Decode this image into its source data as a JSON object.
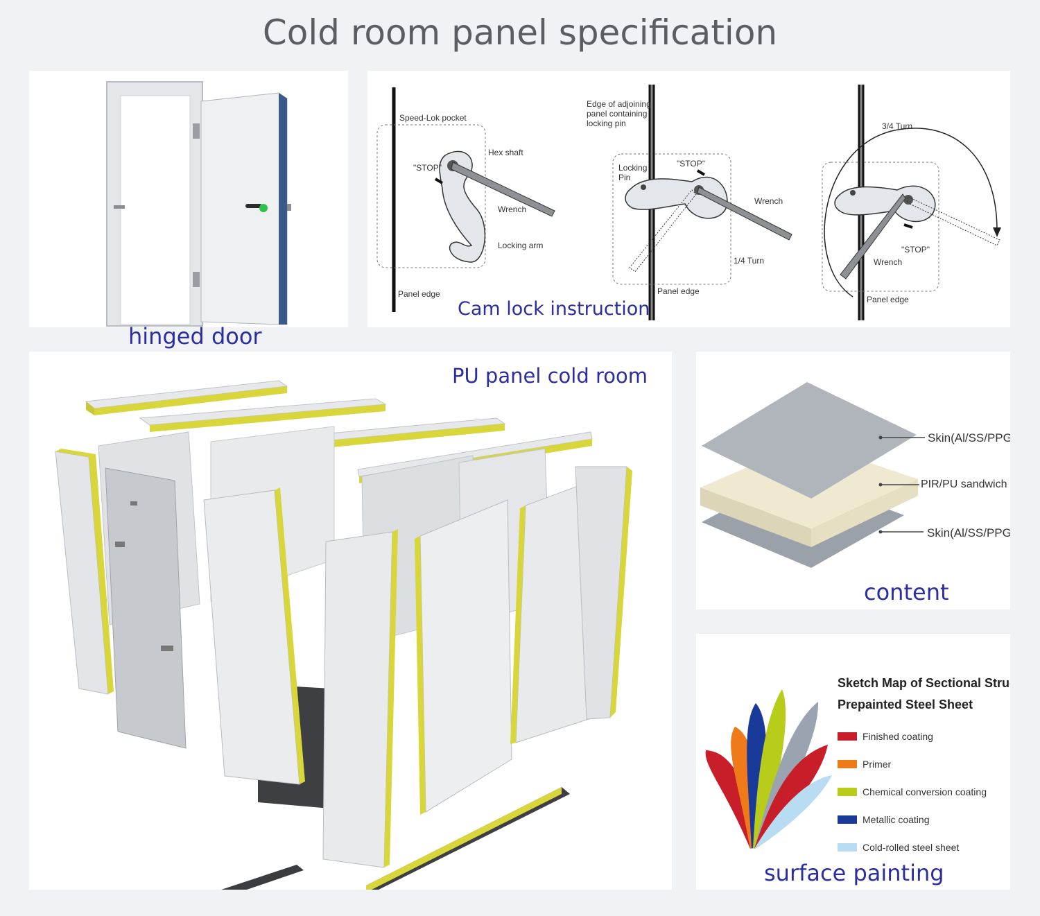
{
  "title": "Cold room panel specification",
  "door": {
    "caption": "hinged door"
  },
  "camlock": {
    "caption": "Cam lock instruction",
    "step1": {
      "pocket": "Speed-Lok pocket",
      "stop": "\"STOP\"",
      "hex": "Hex shaft",
      "wrench": "Wrench",
      "arm": "Locking arm",
      "edge": "Panel edge"
    },
    "step2": {
      "adjoin1": "Edge of adjoining",
      "adjoin2": "panel containing",
      "adjoin3": "locking pin",
      "pin1": "Locking",
      "pin2": "Pin",
      "stop": "\"STOP\"",
      "wrench": "Wrench",
      "turn": "1/4 Turn",
      "edge": "Panel edge"
    },
    "step3": {
      "turn": "3/4 Turn",
      "stop": "\"STOP\"",
      "wrench": "Wrench",
      "edge": "Panel edge"
    }
  },
  "coldroom": {
    "caption": "PU panel cold room"
  },
  "content": {
    "caption": "content",
    "layers": [
      "Skin(Al/SS/PPGI)",
      "PIR/PU sandwich foam",
      "Skin(Al/SS/PPGI)"
    ]
  },
  "painting": {
    "caption": "surface painting",
    "title_line1": "Sketch Map of Sectional Structure of",
    "title_line2": "Prepainted Steel Sheet",
    "legend": [
      {
        "label": "Finished coating",
        "color": "#c81e2a"
      },
      {
        "label": "Primer",
        "color": "#ef7a1a"
      },
      {
        "label": "Chemical conversion coating",
        "color": "#b8cc1c"
      },
      {
        "label": "Metallic coating",
        "color": "#1a3a9a"
      },
      {
        "label": "Cold-rolled steel sheet",
        "color": "#b8dcf2"
      }
    ]
  }
}
